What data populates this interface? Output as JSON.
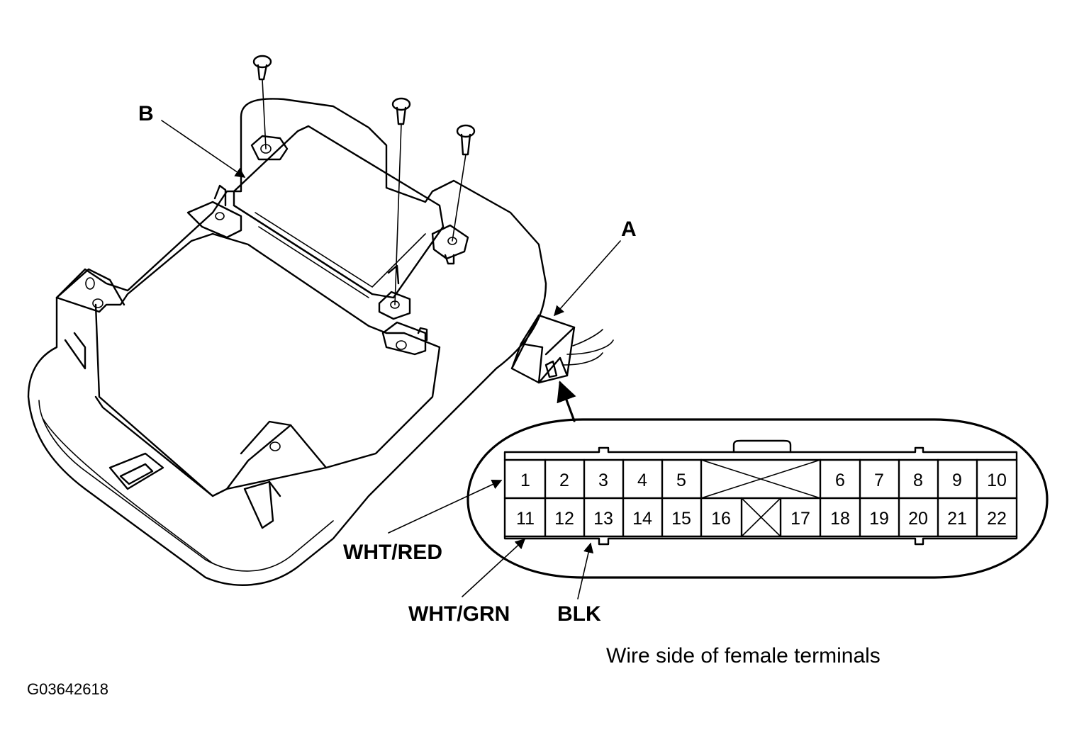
{
  "labels": {
    "part_a": "A",
    "part_b": "B",
    "wire_wht_red": "WHT/RED",
    "wire_wht_grn": "WHT/GRN",
    "wire_blk": "BLK",
    "caption": "Wire side of female terminals",
    "figure_code": "G03642618"
  },
  "connector": {
    "top_row": [
      "1",
      "2",
      "3",
      "4",
      "5",
      "",
      "6",
      "7",
      "8",
      "9",
      "10"
    ],
    "bottom_row": [
      "11",
      "12",
      "13",
      "14",
      "15",
      "16",
      "",
      "17",
      "18",
      "19",
      "20",
      "21",
      "22"
    ]
  }
}
